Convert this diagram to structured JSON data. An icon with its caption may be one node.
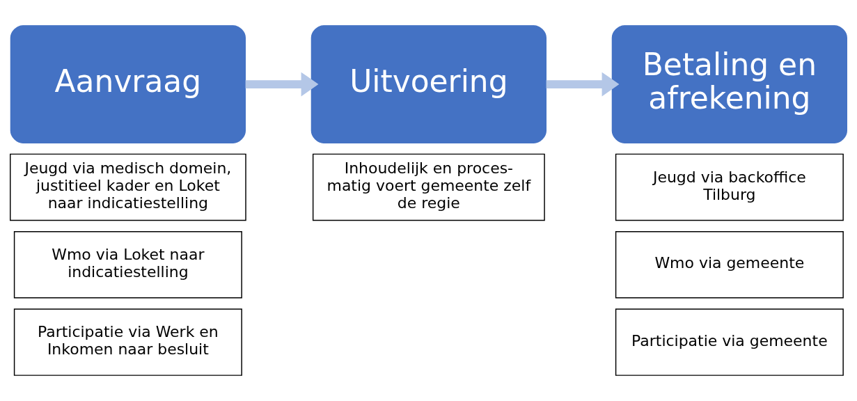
{
  "diagram": {
    "nodes": [
      {
        "text": [
          "Aanvraag"
        ]
      },
      {
        "text": [
          "Jeugd via medisch domein, justitieel kader en Loket naar indicatiestelling"
        ]
      },
      {
        "text": [
          "Wmo via Loket naar indicatiestelling"
        ]
      },
      {
        "text": [
          "Participatie via Werk en Inkomen naar besluit"
        ]
      },
      {
        "text": [
          "Uitvoering"
        ]
      },
      {
        "text": [
          "Inhoudelijk en proces-matig voert gemeente zelf de regie"
        ]
      },
      {
        "text": [
          "Betaling en afrekening"
        ]
      },
      {
        "text": [
          "Jeugd via backoffice Tilburg"
        ]
      },
      {
        "text": [
          "Wmo via gemeente"
        ]
      },
      {
        "text": [
          "Participatie via gemeente"
        ]
      }
    ],
    "edges": [
      {
        "from": 0,
        "to": 4,
        "arrow": "to"
      },
      {
        "from": 4,
        "to": 6,
        "arrow": "to"
      }
    ]
  }
}
